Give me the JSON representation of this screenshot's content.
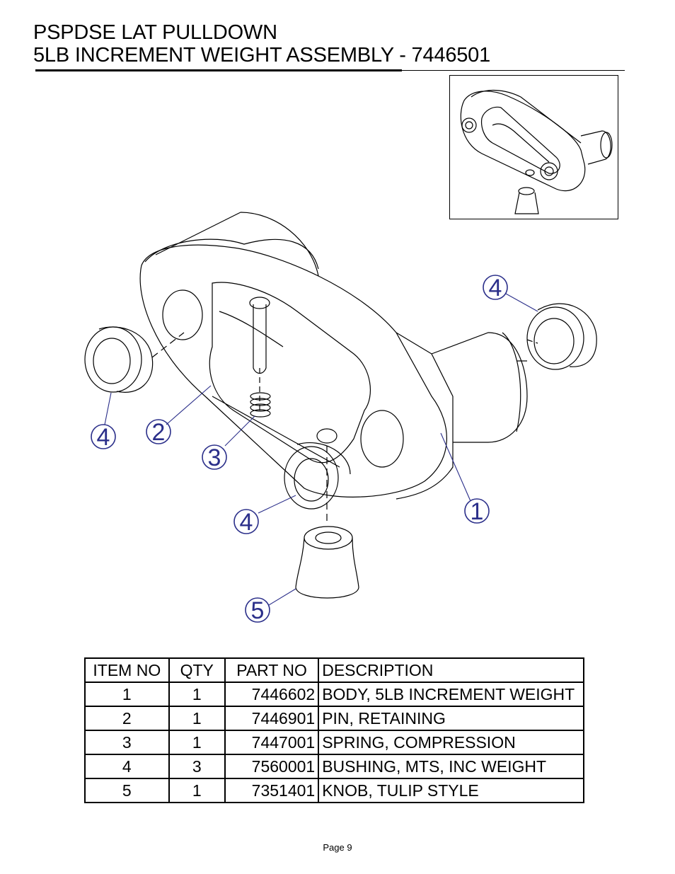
{
  "header": {
    "line1": "PSPDSE LAT PULLDOWN",
    "line2": "5LB INCREMENT WEIGHT ASSEMBLY - 7446501"
  },
  "callouts": [
    "4",
    "2",
    "3",
    "4",
    "1",
    "4",
    "5"
  ],
  "colors": {
    "callout": "#2b2f8a",
    "line": "#000000"
  },
  "table": {
    "headers": [
      "ITEM NO",
      "QTY",
      "PART NO",
      "DESCRIPTION"
    ],
    "rows": [
      [
        "1",
        "1",
        "7446602",
        "BODY, 5LB INCREMENT WEIGHT"
      ],
      [
        "2",
        "1",
        "7446901",
        "PIN, RETAINING"
      ],
      [
        "3",
        "1",
        "7447001",
        "SPRING, COMPRESSION"
      ],
      [
        "4",
        "3",
        "7560001",
        "BUSHING, MTS, INC WEIGHT"
      ],
      [
        "5",
        "1",
        "7351401",
        "KNOB, TULIP STYLE"
      ]
    ]
  },
  "footer": {
    "page": "Page 9"
  }
}
